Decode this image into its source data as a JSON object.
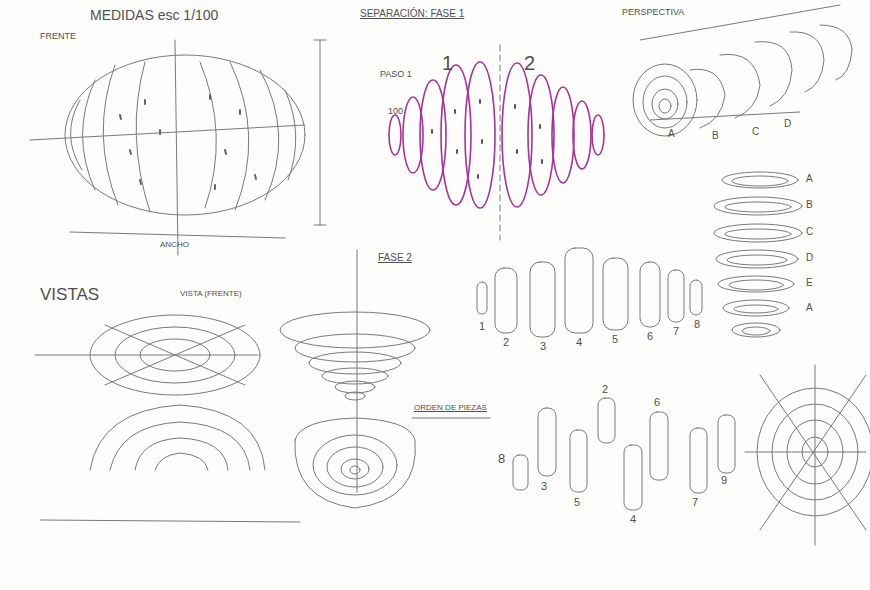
{
  "diagram": {
    "labels": [
      "MEDIDAS esc 1/100",
      "FRENTE",
      "ANCHO",
      "SEPARACIÓN: FASE 1",
      "PASO 1",
      "100",
      "1",
      "2",
      "PERSPECTIVA",
      "A",
      "B",
      "C",
      "D",
      "A",
      "B",
      "C",
      "D",
      "E",
      "A",
      "VISTAS",
      "VISTA (FRENTE)",
      "FASE 2",
      "1",
      "2",
      "3",
      "4",
      "5",
      "6",
      "7",
      "8",
      "ORDEN DE PIEZAS",
      "8",
      "3",
      "5",
      "2",
      "4",
      "6",
      "7",
      "9"
    ]
  }
}
